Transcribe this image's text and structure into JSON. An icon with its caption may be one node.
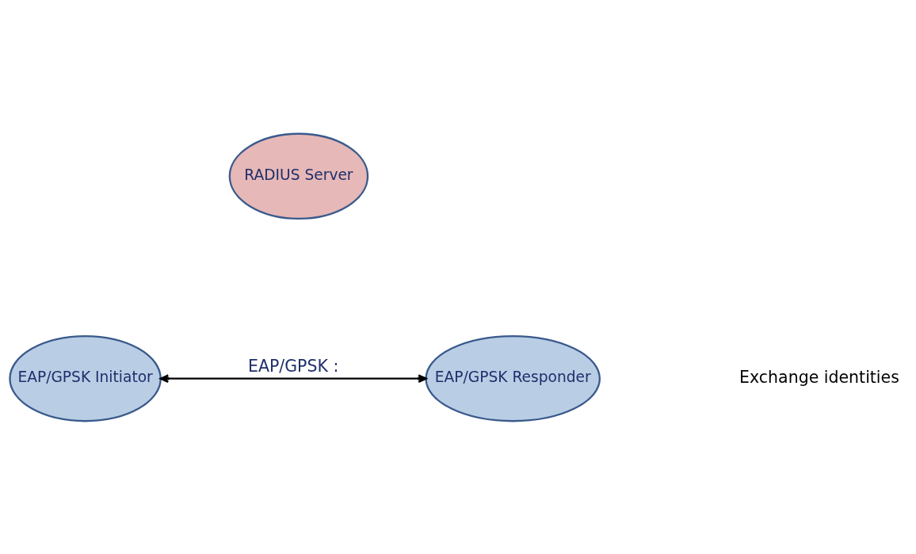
{
  "diagram": {
    "nodes": [
      {
        "text": [
          "RADIUS Server"
        ]
      },
      {
        "text": [
          "EAP/GPSK Initiator"
        ]
      },
      {
        "text": [
          "EAP/GPSK Responder"
        ]
      }
    ],
    "edges": [
      {
        "from": 1,
        "to": 2,
        "arrow": "both",
        "label": "EAP/GPSK :"
      }
    ],
    "labels": [
      "Exchange identities"
    ]
  }
}
